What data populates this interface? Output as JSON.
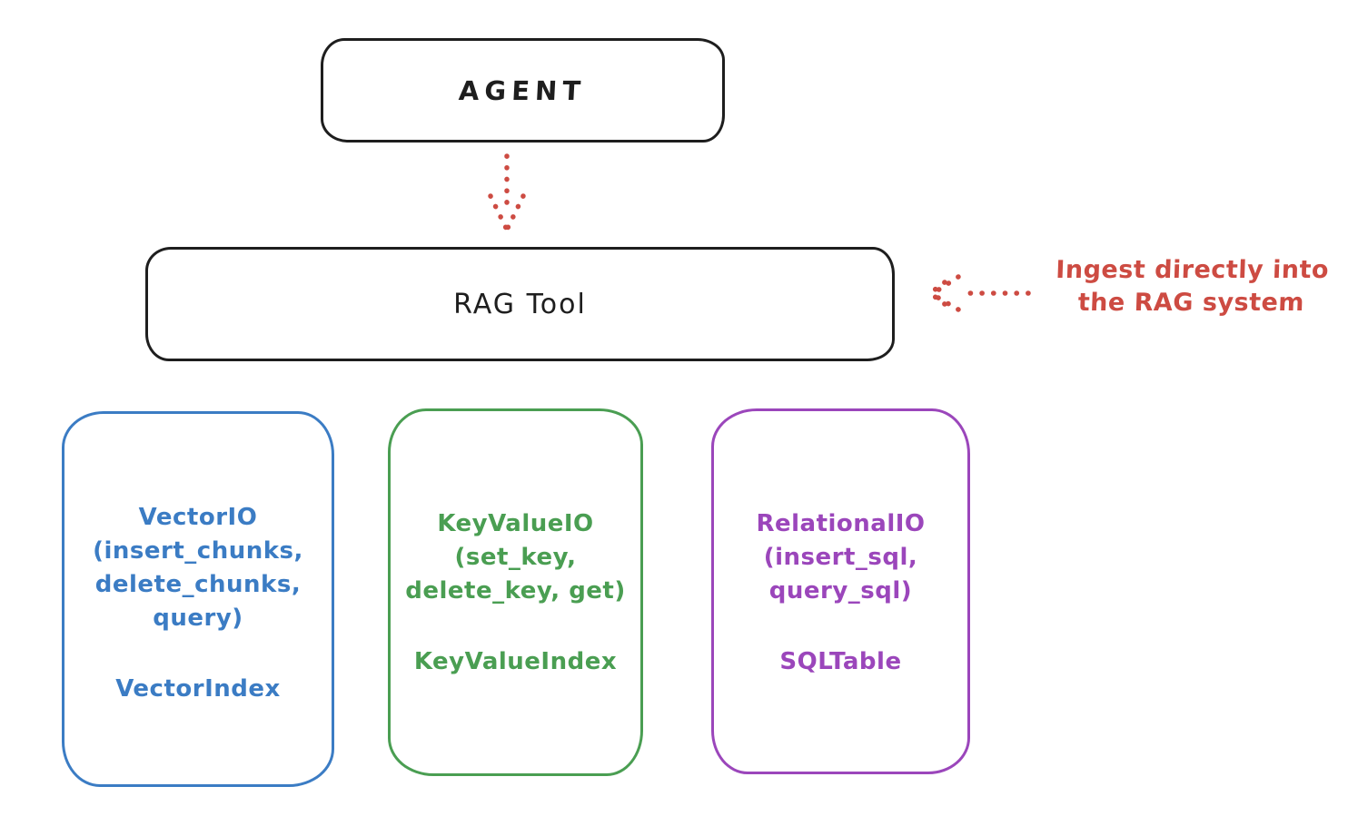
{
  "nodes": {
    "agent": {
      "label": "AGENT"
    },
    "rag_tool": {
      "label": "RAG Tool"
    }
  },
  "annotation": {
    "lines": [
      "Ingest directly into",
      "the RAG system"
    ],
    "color": "#cd4b42"
  },
  "arrows": [
    {
      "name": "agent-to-rag-arrow",
      "direction": "down",
      "style": "dotted",
      "color": "#cd4b42"
    },
    {
      "name": "ingest-annotation-arrow",
      "direction": "left",
      "style": "dotted",
      "color": "#cd4b42"
    }
  ],
  "backends": [
    {
      "name": "vector-io",
      "color": "#3b7cc4",
      "lines": [
        "VectorIO",
        "(insert_chunks,",
        "delete_chunks,",
        "query)"
      ],
      "index_label": "VectorIndex"
    },
    {
      "name": "keyvalue-io",
      "color": "#4a9e52",
      "lines": [
        "KeyValueIO",
        "(set_key,",
        "delete_key, get)"
      ],
      "index_label": "KeyValueIndex"
    },
    {
      "name": "relational-io",
      "color": "#9b46bb",
      "lines": [
        "RelationalIO",
        "(insert_sql,",
        "query_sql)"
      ],
      "index_label": "SQLTable"
    }
  ],
  "theme": {
    "stroke_color": "#1e1e1e",
    "background": "#ffffff"
  }
}
